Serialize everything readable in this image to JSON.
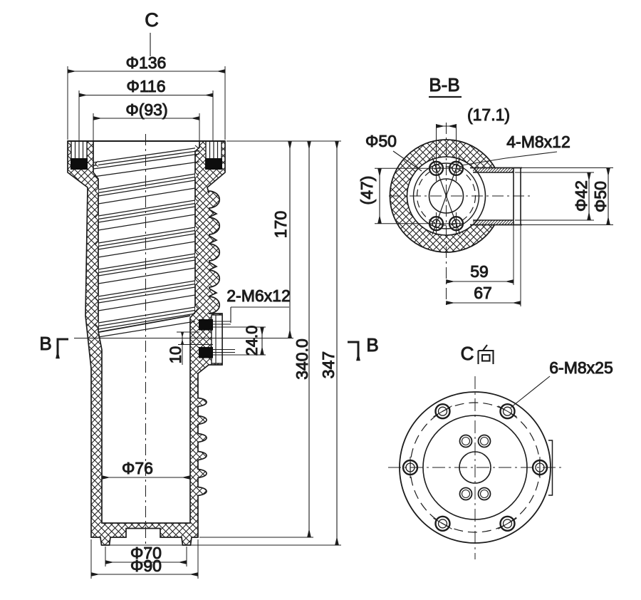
{
  "page": {
    "background": "#ffffff",
    "line_color": "#1c1c1c",
    "kind": "mechanical engineering drawing, sectioned epoxy insulator bushing"
  },
  "front_view": {
    "cut_label_top": "C",
    "section_label_left": "B",
    "section_label_right": "B",
    "dim_flange_od": "Φ136",
    "dim_bolt_circle": "Φ116",
    "dim_top_inner": "Φ(93)",
    "dim_upper_height": "170",
    "dim_side_thread": "2-M6x12",
    "dim_side_hole_pitch": "24.0",
    "dim_side_hole_offset": "10",
    "dim_height_340": "340.0",
    "dim_height_347": "347",
    "dim_bore": "Φ76",
    "dim_bottom_spigot": "Φ70",
    "dim_bottom_od": "Φ90"
  },
  "section_b_b": {
    "title": "B-B",
    "dim_hole_pitch_h": "(17.1)",
    "dim_ring": "Φ50",
    "dim_thread": "4-M8x12",
    "dim_hole_pitch_v": "(47)",
    "dim_tube_bore": "Φ42",
    "dim_tube_od": "Φ50",
    "dim_len_59": "59",
    "dim_len_67": "67"
  },
  "view_c": {
    "title": "C向",
    "title_latin": "C",
    "dim_thread": "6-M8x25"
  }
}
